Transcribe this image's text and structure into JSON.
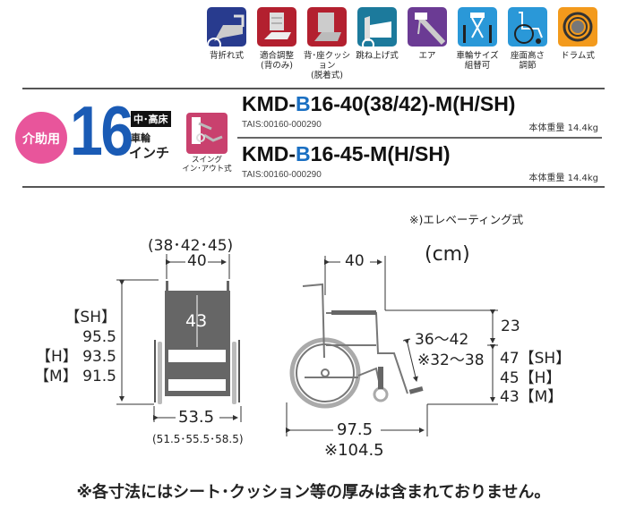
{
  "feature_icons": [
    {
      "label": "背折れ式",
      "color": "#283b8e",
      "icon": "folding-back-icon"
    },
    {
      "label": "適合調整\n(背のみ)",
      "color": "#b3202f",
      "icon": "back-adjust-icon"
    },
    {
      "label": "背･座クッション\n(脱着式)",
      "color": "#b3202f",
      "icon": "cushion-icon"
    },
    {
      "label": "跳ね上げ式",
      "color": "#1c7a9c",
      "icon": "flip-up-icon"
    },
    {
      "label": "エア",
      "color": "#6b3b94",
      "icon": "air-tire-icon"
    },
    {
      "label": "車輪サイズ\n組替可",
      "color": "#2a98d8",
      "icon": "wheel-size-icon"
    },
    {
      "label": "座面高さ\n調節",
      "color": "#2a98d8",
      "icon": "seat-height-icon"
    },
    {
      "label": "ドラム式",
      "color": "#f39a1c",
      "icon": "drum-brake-icon"
    }
  ],
  "header": {
    "category": "介助用",
    "wheel_size": "16",
    "floor_badge": "中･高床",
    "wheel_label": "車輪",
    "inch_label": "インチ",
    "swing_label": "スイング\nイン･アウト式",
    "models": [
      {
        "prefix": "KMD-",
        "highlight": "B",
        "suffix": "16-40(38/42)-M(H/SH)",
        "tais": "TAIS:00160-000290",
        "weight": "本体重量 14.4kg"
      },
      {
        "prefix": "KMD-",
        "highlight": "B",
        "suffix": "16-45-M(H/SH)",
        "tais": "TAIS:00160-000290",
        "weight": "本体重量 14.4kg"
      }
    ],
    "colors": {
      "category": "#e8559b",
      "wheel": "#1a5bb5",
      "highlight": "#1a6fc2",
      "swing": "#c9416e"
    }
  },
  "front_view": {
    "seat_width_options": "(38･42･45)",
    "seat_width": "40",
    "back_height": "43",
    "heights": [
      "【SH】95.5",
      "【H】 93.5",
      "【M】 91.5"
    ],
    "total_width": "53.5",
    "total_width_options": "(51.5･55.5･58.5)"
  },
  "side_view": {
    "note": "※)エレベーティング式",
    "unit": "(cm)",
    "seat_depth": "40",
    "armrest_height": "23",
    "seat_heights": [
      "47【SH】",
      "45【H】",
      "43【M】"
    ],
    "leg_length": "36〜42",
    "leg_length_elevating": "※32〜38",
    "total_length": "97.5",
    "total_length_elevating": "※104.5"
  },
  "footnote": "※各寸法にはシート･クッション等の厚みは含まれておりません。"
}
